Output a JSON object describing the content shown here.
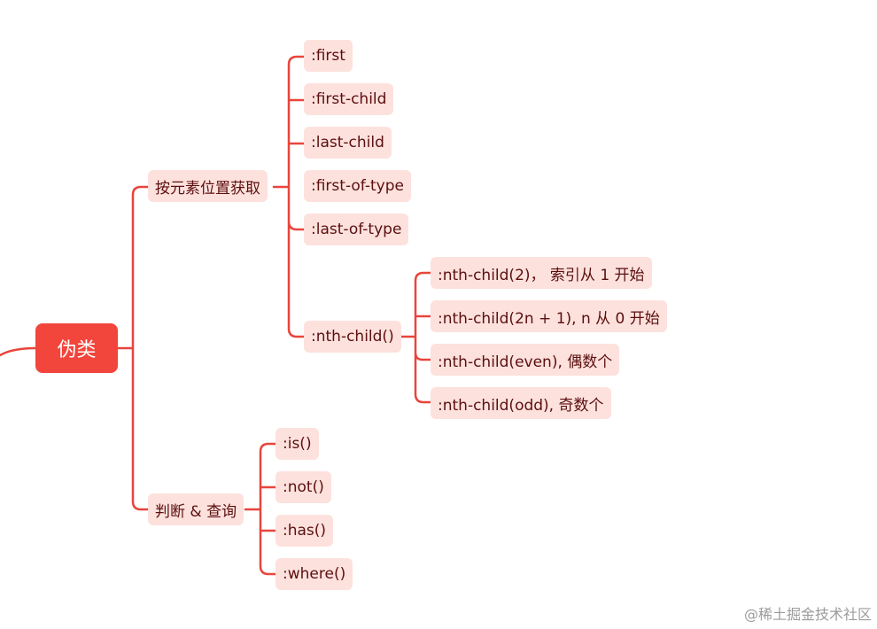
{
  "accent_color": "#e8453c",
  "node_fill": "#fde1dd",
  "root": {
    "label": "伪类"
  },
  "groups": [
    {
      "label": "按元素位置获取",
      "children": [
        {
          "label": ":first"
        },
        {
          "label": ":first-child"
        },
        {
          "label": ":last-child"
        },
        {
          "label": ":first-of-type"
        },
        {
          "label": ":last-of-type"
        },
        {
          "label": ":nth-child()",
          "children": [
            {
              "label": ":nth-child(2)， 索引从 1 开始"
            },
            {
              "label": ":nth-child(2n + 1), n 从 0 开始"
            },
            {
              "label": ":nth-child(even), 偶数个"
            },
            {
              "label": ":nth-child(odd), 奇数个"
            }
          ]
        }
      ]
    },
    {
      "label": "判断 & 查询",
      "children": [
        {
          "label": ":is()"
        },
        {
          "label": ":not()"
        },
        {
          "label": ":has()"
        },
        {
          "label": ":where()"
        }
      ]
    }
  ],
  "watermark": "@稀土掘金技术社区"
}
